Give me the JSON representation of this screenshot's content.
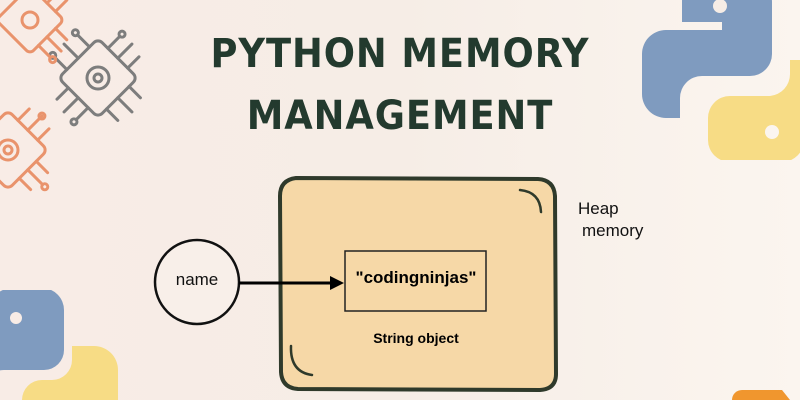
{
  "title": {
    "line1": "PYTHON MEMORY",
    "line2": "MANAGEMENT"
  },
  "heap": {
    "label_line1": "Heap",
    "label_line2": "memory"
  },
  "variable": {
    "name": "name"
  },
  "string_object": {
    "value": "\"codingninjas\"",
    "caption": "String object"
  },
  "colors": {
    "title": "#233a2e",
    "heap_fill": "#f6d8a7",
    "heap_border": "#2f3a2b",
    "python_blue": "#7f9bbf",
    "python_yellow": "#f7dc85",
    "chip_orange": "#e9936c",
    "chip_gray": "#7d7d7d"
  },
  "decorations": [
    "chip-icon-orange",
    "chip-icon-gray",
    "chip-icon-orange-small",
    "python-logo-top-right",
    "python-logo-bottom-left",
    "orange-corner-shape"
  ]
}
